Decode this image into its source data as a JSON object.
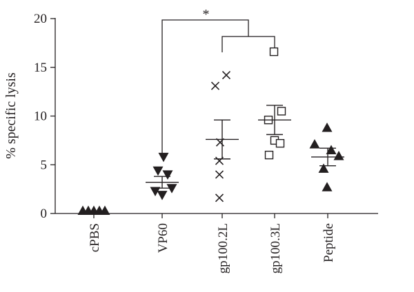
{
  "chart_data": {
    "type": "scatter",
    "ylabel": "% specific lysis",
    "ylim": [
      0,
      20
    ],
    "yticks": [
      0,
      5,
      10,
      15,
      20
    ],
    "categories": [
      "cPBS",
      "VP60",
      "gp100.2L",
      "gp100.3L",
      "Peptide"
    ],
    "groups": [
      {
        "category": "cPBS",
        "marker": "triangle-up",
        "points": [
          0,
          0,
          0,
          0,
          0
        ],
        "mean": 0,
        "sem": 0
      },
      {
        "category": "VP60",
        "marker": "triangle-down",
        "points": [
          5.8,
          4.4,
          4.0,
          2.6,
          2.3,
          1.9
        ],
        "mean": 3.2,
        "sem": 0.6
      },
      {
        "category": "gp100.2L",
        "marker": "x",
        "points": [
          14.2,
          13.1,
          7.3,
          5.4,
          4.0,
          1.6
        ],
        "mean": 7.6,
        "sem": 2.0
      },
      {
        "category": "gp100.3L",
        "marker": "square-open",
        "points": [
          16.6,
          10.5,
          9.6,
          7.5,
          7.2,
          6.0
        ],
        "mean": 9.6,
        "sem": 1.5
      },
      {
        "category": "Peptide",
        "marker": "triangle-up",
        "points": [
          8.8,
          7.1,
          6.5,
          5.9,
          4.6,
          2.7
        ],
        "mean": 5.8,
        "sem": 0.9
      }
    ],
    "significance": {
      "label": "*",
      "from": "VP60",
      "to": [
        "gp100.2L",
        "gp100.3L"
      ]
    }
  }
}
